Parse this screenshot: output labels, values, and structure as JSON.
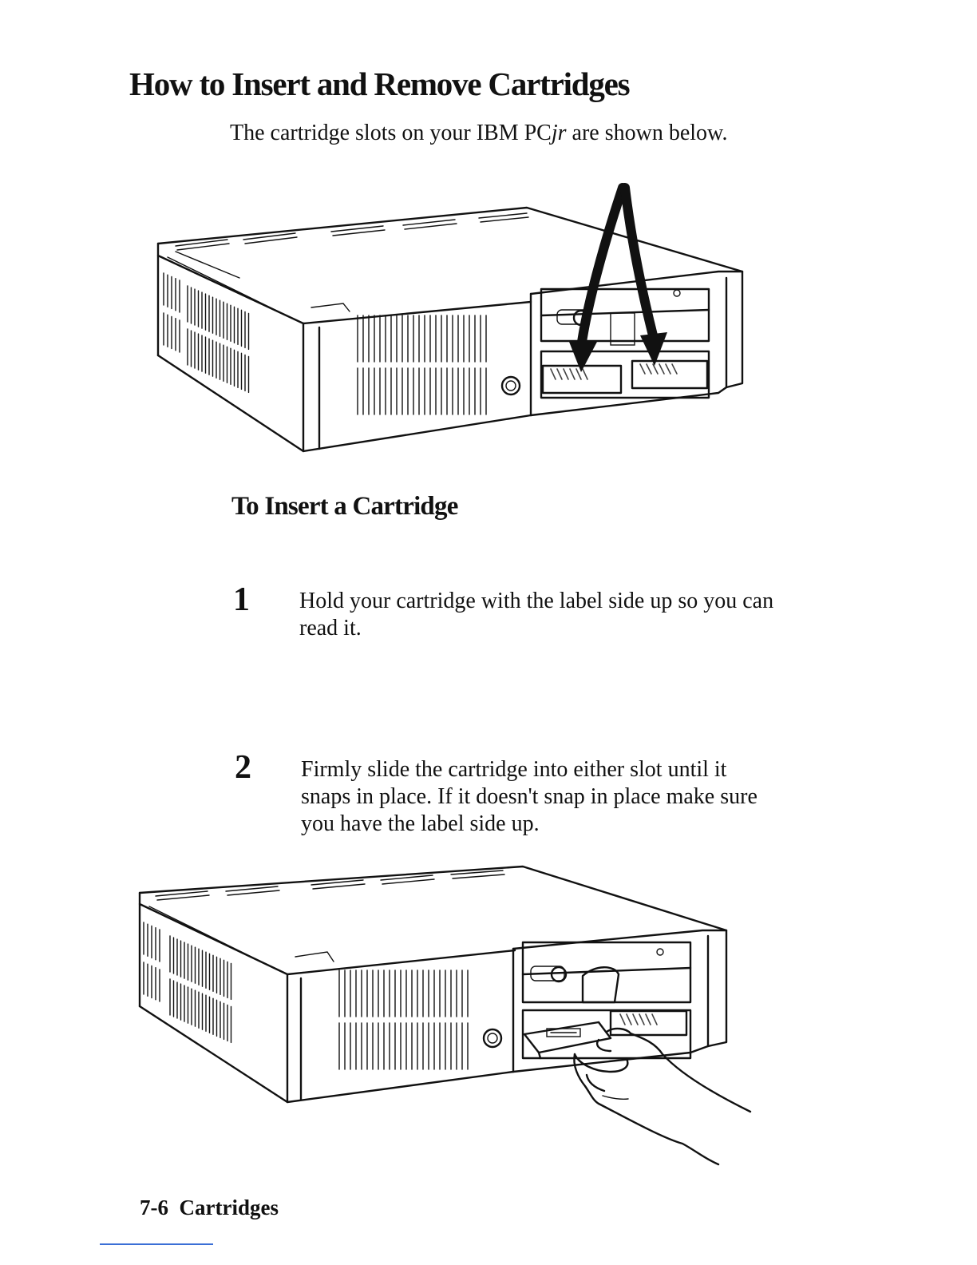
{
  "title": "How to Insert and Remove Cartridges",
  "intro": {
    "before": "The cartridge slots on your IBM PC",
    "emphasis": "jr",
    "after": " are shown below."
  },
  "insert_section": {
    "heading": "To Insert a Cartridge",
    "steps": [
      {
        "number": "1",
        "text": "Hold your cartridge with the label side up so you can read it."
      },
      {
        "number": "2",
        "text": "Firmly slide the cartridge into either slot until it snaps in place. If it doesn't snap in place make sure you have the label side up."
      }
    ]
  },
  "footer": {
    "page": "7-6",
    "section": "Cartridges"
  }
}
